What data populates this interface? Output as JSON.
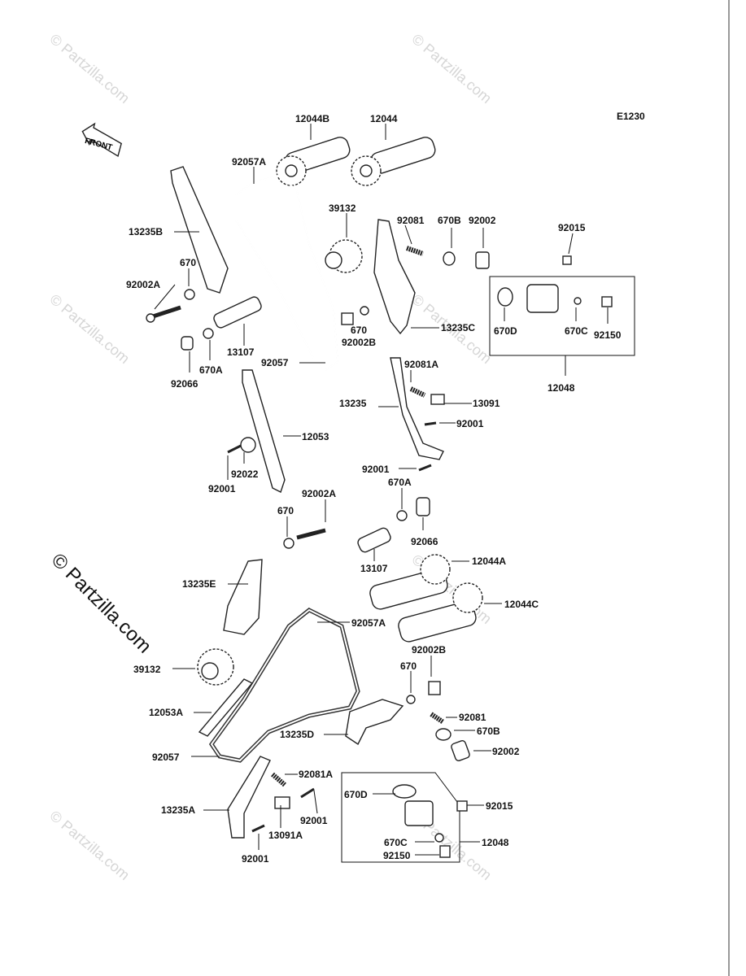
{
  "diagram_code": "E1230",
  "front_label": "FRONT",
  "watermark_text": "© Partzilla.com",
  "watermark_main": "© Partzilla.com",
  "colors": {
    "line": "#111111",
    "watermark": "#d6d6d6",
    "background": "#ffffff"
  },
  "labels": {
    "l12044B": "12044B",
    "l12044": "12044",
    "l92057A_top": "92057A",
    "l13235B": "13235B",
    "l39132_top": "39132",
    "l92081_top": "92081",
    "l670B_top": "670B",
    "l92002_top": "92002",
    "l92015_top": "92015",
    "l670_top": "670",
    "l92002A_top": "92002A",
    "l670_mid": "670",
    "l92002B_top": "92002B",
    "l13235C": "13235C",
    "l670D_top": "670D",
    "l670C_top": "670C",
    "l92150_top": "92150",
    "l13107_top": "13107",
    "l670A_top": "670A",
    "l92057_top": "92057",
    "l92066_top": "92066",
    "l12048_top": "12048",
    "l92081A_top": "92081A",
    "l13235": "13235",
    "l13091": "13091",
    "l92001_a": "92001",
    "l12053": "12053",
    "l92022": "92022",
    "l92001_b": "92001",
    "l92001_c": "92001",
    "l670A_bot": "670A",
    "l92002A_bot": "92002A",
    "l670_bot": "670",
    "l92066_bot": "92066",
    "l13107_bot": "13107",
    "l12044A": "12044A",
    "l13235E": "13235E",
    "l12044C": "12044C",
    "l92057A_bot": "92057A",
    "l39132_bot": "39132",
    "l92002B_bot": "92002B",
    "l670_bot2": "670",
    "l12053A": "12053A",
    "l92081_bot": "92081",
    "l13235D": "13235D",
    "l670B_bot": "670B",
    "l92002_bot": "92002",
    "l92057_bot": "92057",
    "l92081A_bot": "92081A",
    "l13235A": "13235A",
    "l92001_d": "92001",
    "l13091A": "13091A",
    "l670D_bot": "670D",
    "l92015_bot": "92015",
    "l670C_bot": "670C",
    "l12048_bot": "12048",
    "l92150_bot": "92150",
    "l92001_e": "92001"
  }
}
